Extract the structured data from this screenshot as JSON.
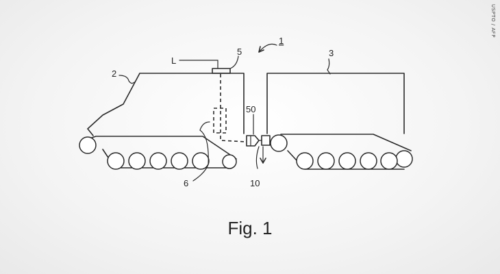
{
  "figure": {
    "caption": "Fig. 1",
    "credit": "USPTO / AFP",
    "reference_numerals": {
      "system": "1",
      "lead_vehicle": "2",
      "trailing_vehicle": "3",
      "element_l": "L",
      "element_5": "5",
      "element_6": "6",
      "coupling_50": "50",
      "coupling_10": "10"
    }
  }
}
